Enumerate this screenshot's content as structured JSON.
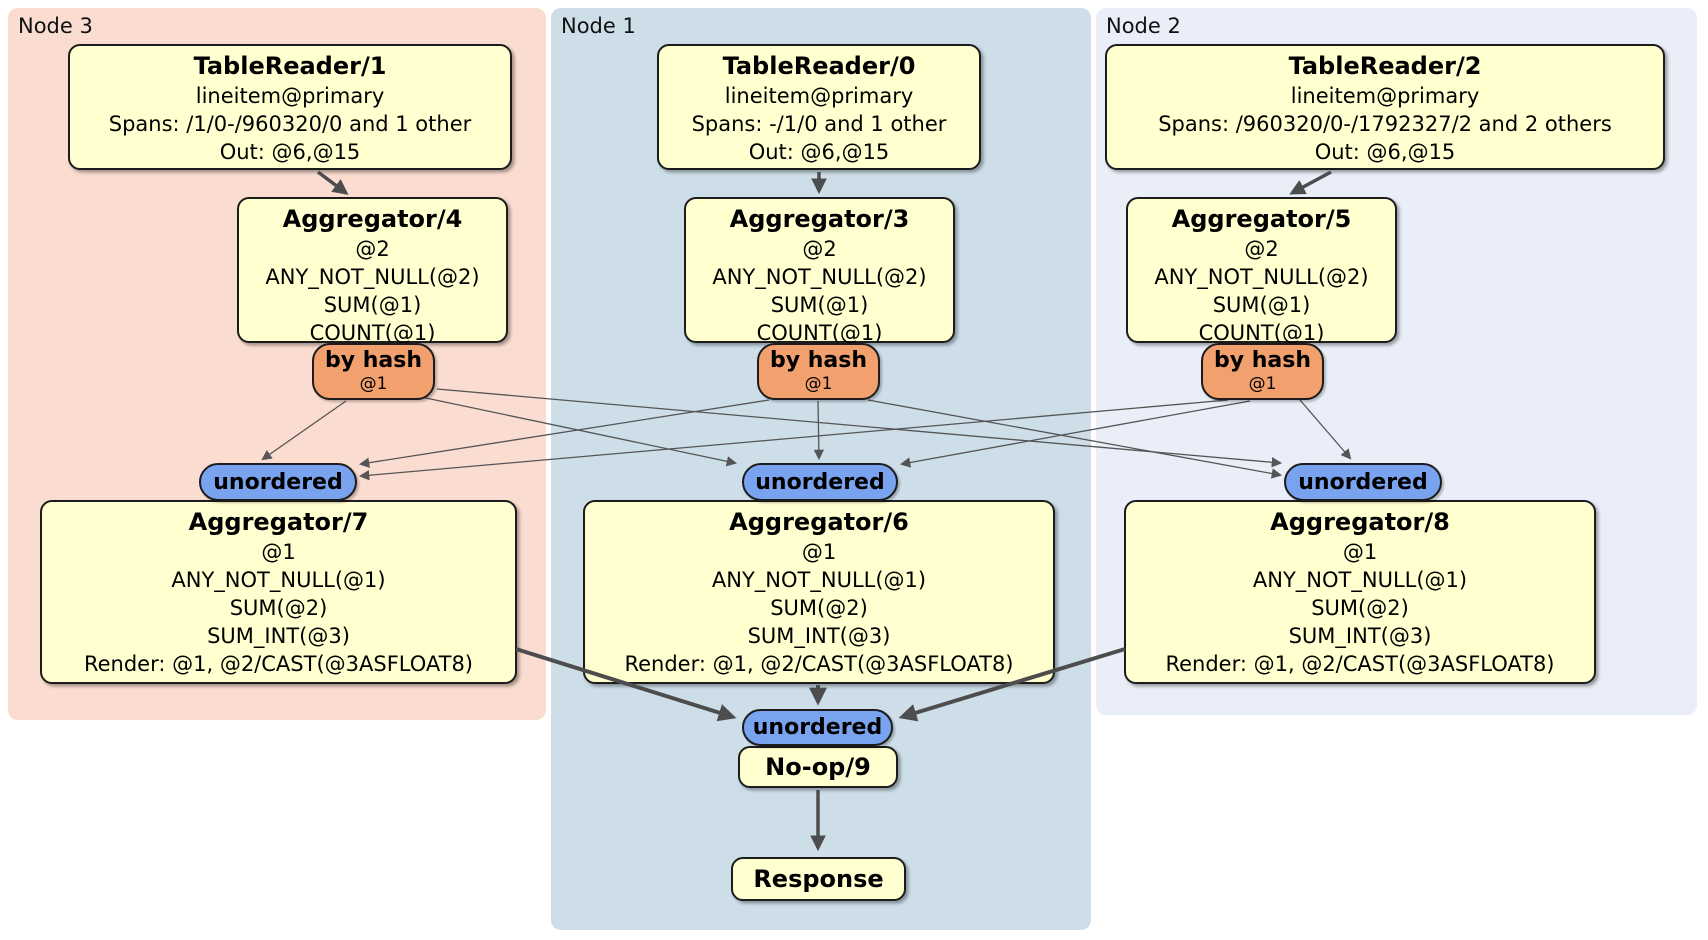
{
  "groups": {
    "node3": {
      "label": "Node 3"
    },
    "node1": {
      "label": "Node 1"
    },
    "node2": {
      "label": "Node 2"
    }
  },
  "processors": {
    "tablereader1": {
      "title": "TableReader/1",
      "lines": [
        "lineitem@primary",
        "Spans: /1/0-/960320/0 and 1 other",
        "Out: @6,@15"
      ]
    },
    "tablereader0": {
      "title": "TableReader/0",
      "lines": [
        "lineitem@primary",
        "Spans: -/1/0 and 1 other",
        "Out: @6,@15"
      ]
    },
    "tablereader2": {
      "title": "TableReader/2",
      "lines": [
        "lineitem@primary",
        "Spans: /960320/0-/1792327/2 and 2 others",
        "Out: @6,@15"
      ]
    },
    "aggregator4": {
      "title": "Aggregator/4",
      "lines": [
        "@2",
        "ANY_NOT_NULL(@2)",
        "SUM(@1)",
        "COUNT(@1)"
      ]
    },
    "aggregator3": {
      "title": "Aggregator/3",
      "lines": [
        "@2",
        "ANY_NOT_NULL(@2)",
        "SUM(@1)",
        "COUNT(@1)"
      ]
    },
    "aggregator5": {
      "title": "Aggregator/5",
      "lines": [
        "@2",
        "ANY_NOT_NULL(@2)",
        "SUM(@1)",
        "COUNT(@1)"
      ]
    },
    "aggregator7": {
      "title": "Aggregator/7",
      "lines": [
        "@1",
        "ANY_NOT_NULL(@1)",
        "SUM(@2)",
        "SUM_INT(@3)",
        "Render: @1, @2/CAST(@3ASFLOAT8)"
      ]
    },
    "aggregator6": {
      "title": "Aggregator/6",
      "lines": [
        "@1",
        "ANY_NOT_NULL(@1)",
        "SUM(@2)",
        "SUM_INT(@3)",
        "Render: @1, @2/CAST(@3ASFLOAT8)"
      ]
    },
    "aggregator8": {
      "title": "Aggregator/8",
      "lines": [
        "@1",
        "ANY_NOT_NULL(@1)",
        "SUM(@2)",
        "SUM_INT(@3)",
        "Render: @1, @2/CAST(@3ASFLOAT8)"
      ]
    },
    "noop9": {
      "title": "No-op/9"
    },
    "response": {
      "title": "Response"
    }
  },
  "routers": {
    "hash_left": {
      "label": "by hash",
      "detail": "@1"
    },
    "hash_middle": {
      "label": "by hash",
      "detail": "@1"
    },
    "hash_right": {
      "label": "by hash",
      "detail": "@1"
    },
    "unordered_left": {
      "label": "unordered"
    },
    "unordered_middle": {
      "label": "unordered"
    },
    "unordered_right": {
      "label": "unordered"
    },
    "unordered_bottom": {
      "label": "unordered"
    }
  },
  "colors": {
    "node3_bg": "#fbdcd0",
    "node1_bg": "#cddee9",
    "node2_bg": "#e9eef8",
    "processor_bg": "#ffffcf",
    "hash_router_bg": "#f2a06e",
    "unordered_router_bg": "#79a3ee",
    "edge": "#555555"
  }
}
